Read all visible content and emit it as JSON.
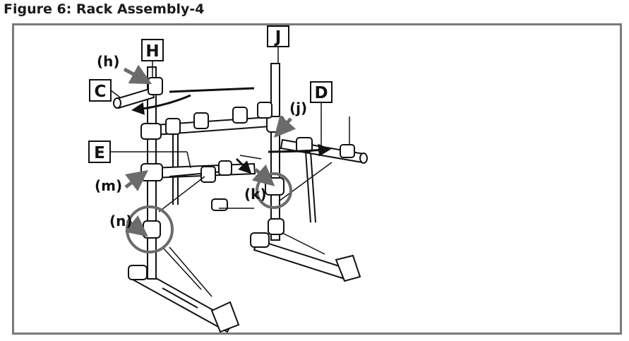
{
  "figure": {
    "title": "Figure 6: Rack Assembly-4"
  },
  "parts": {
    "H": "H",
    "J": "J",
    "C": "C",
    "D": "D",
    "E": "E"
  },
  "callouts": {
    "h": "(h)",
    "j": "(j)",
    "m": "(m)",
    "n": "(n)",
    "k": "(k)"
  },
  "colors": {
    "frame": "#7a7a7a",
    "line": "#111111",
    "arrow": "#6b6b6b",
    "highlight_circle": "#6b6b6b"
  }
}
